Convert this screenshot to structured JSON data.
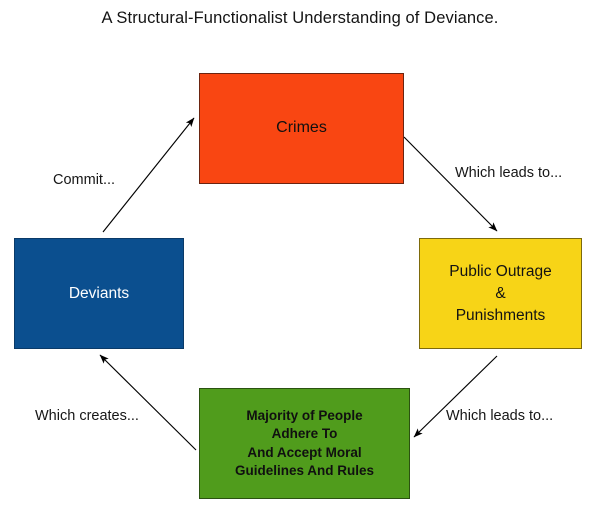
{
  "diagram": {
    "type": "cycle-flowchart",
    "title": "A Structural-Functionalist Understanding of Deviance.",
    "background_color": "#ffffff",
    "nodes": [
      {
        "id": "crimes",
        "label": "Crimes",
        "fill_color": "#f94612",
        "text_color": "#101010",
        "position": "top"
      },
      {
        "id": "outrage",
        "label": "Public Outrage\n&\nPunishments",
        "fill_color": "#f7d417",
        "text_color": "#131313",
        "position": "right"
      },
      {
        "id": "majority",
        "label": "Majority of People\nAdhere To\nAnd Accept Moral\nGuidelines And Rules",
        "fill_color": "#509c1c",
        "text_color": "#101010",
        "position": "bottom"
      },
      {
        "id": "deviants",
        "label": "Deviants",
        "fill_color": "#0b4f8f",
        "text_color": "#ffffff",
        "position": "left"
      }
    ],
    "edges": [
      {
        "id": "deviants-to-crimes",
        "label": "Commit...",
        "from": "deviants",
        "to": "crimes",
        "color": "#000000"
      },
      {
        "id": "crimes-to-outrage",
        "label": "Which leads to...",
        "from": "crimes",
        "to": "outrage",
        "color": "#000000"
      },
      {
        "id": "outrage-to-majority",
        "label": "Which leads to...",
        "from": "outrage",
        "to": "majority",
        "color": "#000000"
      },
      {
        "id": "majority-to-deviants",
        "label": "Which creates...",
        "from": "majority",
        "to": "deviants",
        "color": "#000000"
      }
    ]
  }
}
